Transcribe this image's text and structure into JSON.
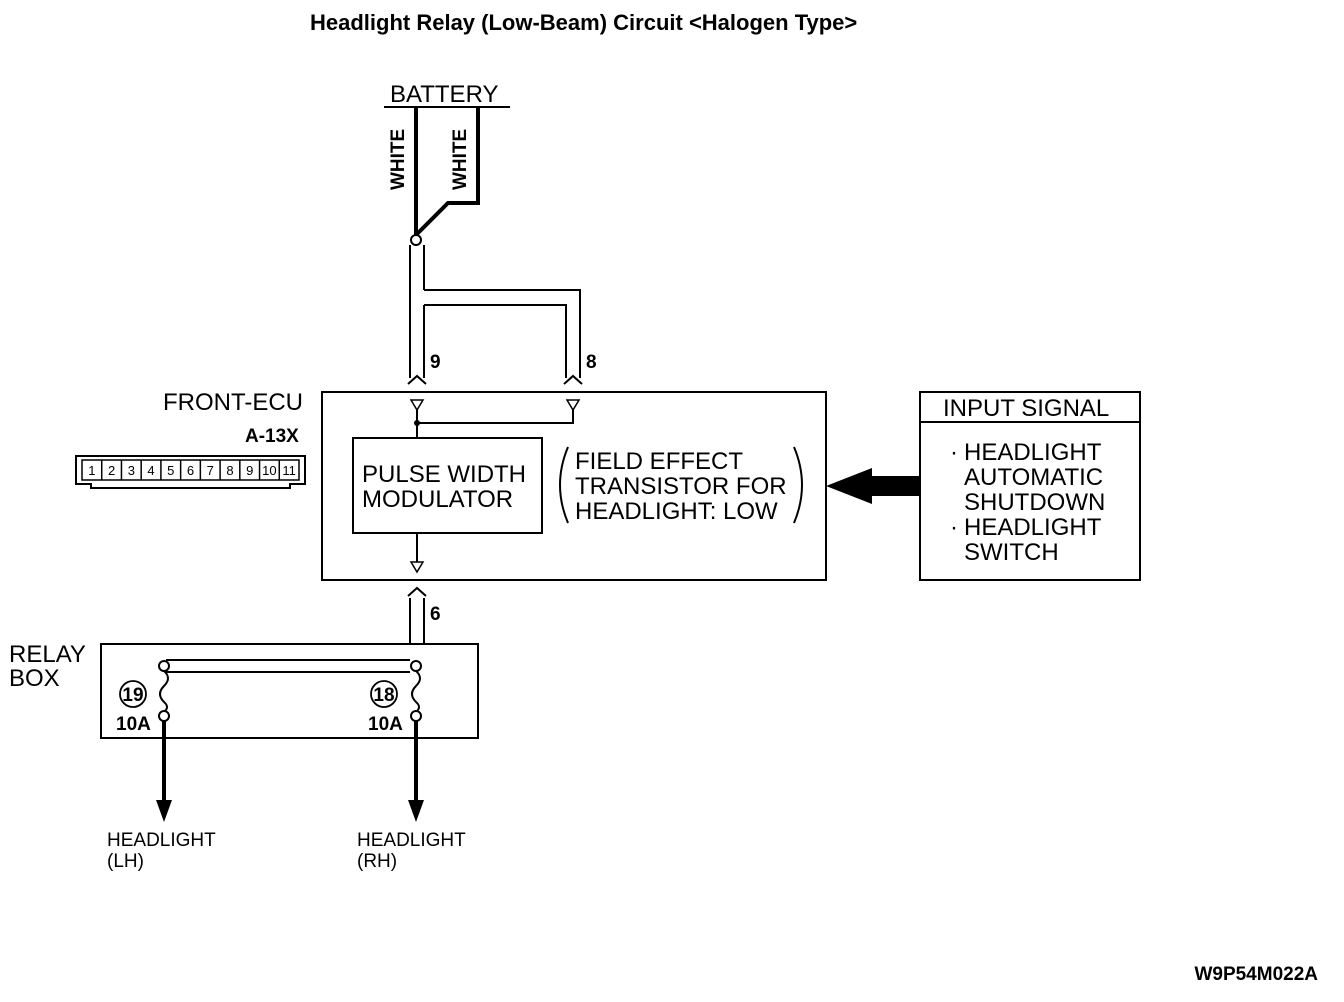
{
  "title": "Headlight Relay (Low-Beam) Circuit <Halogen Type>",
  "battery": {
    "label": "BATTERY",
    "wire_left": "WHITE",
    "wire_right": "WHITE"
  },
  "ecu": {
    "name": "FRONT-ECU",
    "connector": "A-13X",
    "connector_pins": [
      "1",
      "2",
      "3",
      "4",
      "5",
      "6",
      "7",
      "8",
      "9",
      "10",
      "11"
    ],
    "terminal_9": "9",
    "terminal_8": "8",
    "terminal_6": "6",
    "pwm_line1": "PULSE WIDTH",
    "pwm_line2": "MODULATOR",
    "fet_line1": "FIELD EFFECT",
    "fet_line2": "TRANSISTOR FOR",
    "fet_line3": "HEADLIGHT: LOW"
  },
  "input_signal": {
    "header": "INPUT SIGNAL",
    "item1_line1": "HEADLIGHT",
    "item1_line2": "AUTOMATIC",
    "item1_line3": "SHUTDOWN",
    "item2_line1": "HEADLIGHT",
    "item2_line2": "SWITCH",
    "bullet": "·"
  },
  "relay_box": {
    "label_line1": "RELAY",
    "label_line2": "BOX",
    "fuse_left_number": "19",
    "fuse_left_rating": "10A",
    "fuse_right_number": "18",
    "fuse_right_rating": "10A"
  },
  "outputs": {
    "left_line1": "HEADLIGHT",
    "left_line2": "(LH)",
    "right_line1": "HEADLIGHT",
    "right_line2": "(RH)"
  },
  "figure_code": "W9P54M022A"
}
